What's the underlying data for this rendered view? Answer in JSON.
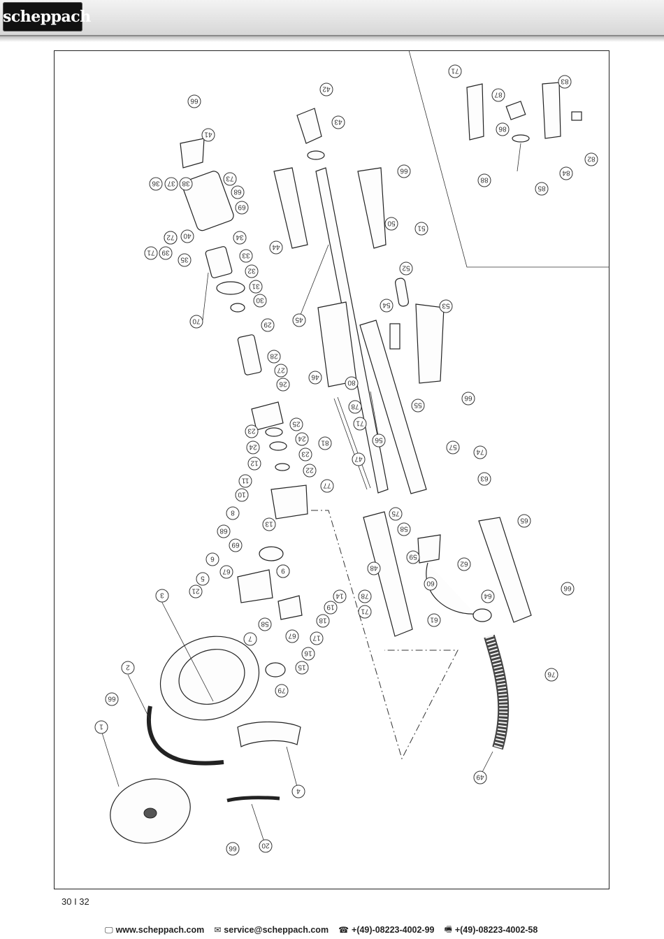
{
  "header": {
    "logo_text": "scheppach"
  },
  "page": {
    "number": "30 I 32"
  },
  "diagram": {
    "callouts": [
      "1",
      "2",
      "3",
      "4",
      "5",
      "6",
      "7",
      "8",
      "9",
      "10",
      "11",
      "12",
      "13",
      "14",
      "15",
      "16",
      "17",
      "18",
      "19",
      "20",
      "21",
      "22",
      "23",
      "24",
      "25",
      "26",
      "27",
      "28",
      "29",
      "30",
      "31",
      "32",
      "33",
      "34",
      "35",
      "36",
      "37",
      "38",
      "39",
      "40",
      "41",
      "42",
      "43",
      "44",
      "45",
      "46",
      "47",
      "48",
      "49",
      "50",
      "51",
      "52",
      "53",
      "54",
      "55",
      "56",
      "57",
      "58",
      "59",
      "60",
      "61",
      "62",
      "63",
      "64",
      "65",
      "66",
      "67",
      "68",
      "69",
      "70",
      "71",
      "72",
      "73",
      "74",
      "75",
      "76",
      "77",
      "78",
      "79",
      "80",
      "81",
      "82",
      "83",
      "84",
      "85",
      "86",
      "87",
      "88"
    ]
  },
  "footer": {
    "website": "www.scheppach.com",
    "email": "service@scheppach.com",
    "phone": "+(49)-08223-4002-99",
    "fax": "+(49)-08223-4002-58",
    "icons": [
      "monitor-icon",
      "mail-icon",
      "phone-icon",
      "fax-icon"
    ]
  }
}
